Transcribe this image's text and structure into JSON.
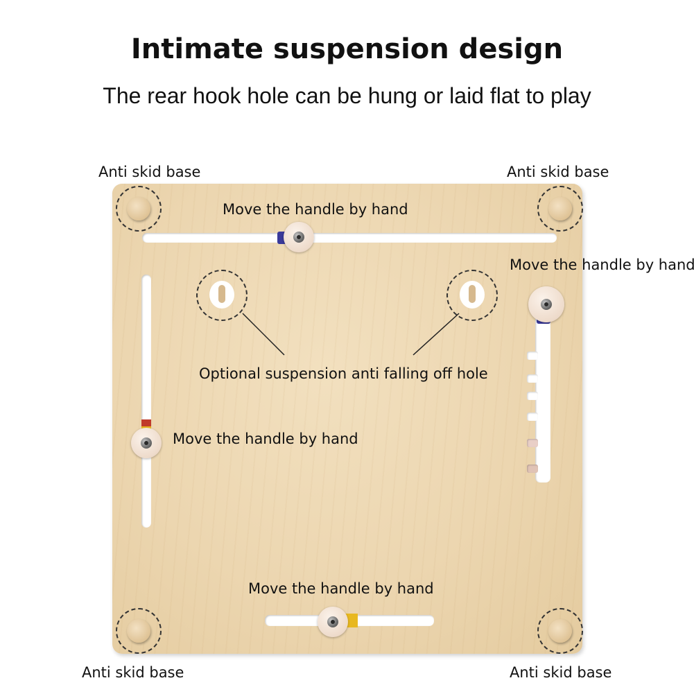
{
  "header": {
    "title": "Intimate suspension design",
    "subtitle": "The rear hook hole can be hung or laid flat to play"
  },
  "labels": {
    "anti_skid_top_left": "Anti skid base",
    "anti_skid_top_right": "Anti skid base",
    "anti_skid_bottom_left": "Anti skid base",
    "anti_skid_bottom_right": "Anti skid base",
    "handle_top": "Move the handle by hand",
    "handle_right": "Move the handle by hand",
    "handle_left": "Move the handle by hand",
    "handle_bottom": "Move the handle by hand",
    "suspension_hole": "Optional suspension anti falling off hole"
  },
  "colors": {
    "wood": "#ecd6b0",
    "handle_disc": "#eedbcb",
    "accent_blue": "#3a3a9a",
    "accent_red": "#c03a2b",
    "accent_yellow": "#e8b820"
  }
}
